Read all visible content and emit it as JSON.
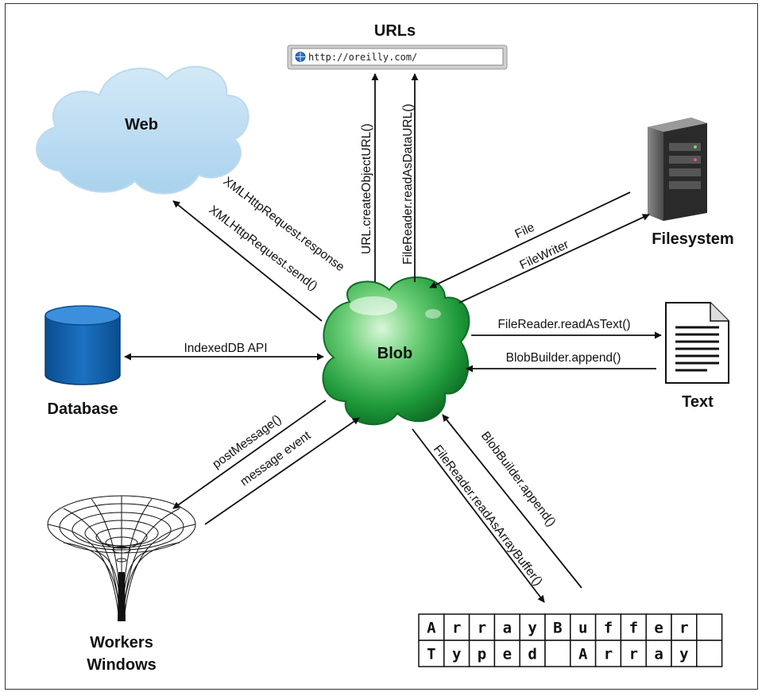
{
  "nodes": {
    "urls": "URLs",
    "url_bar": "http://oreilly.com/",
    "web": "Web",
    "blob": "Blob",
    "filesystem": "Filesystem",
    "database": "Database",
    "text": "Text",
    "workers_line1": "Workers",
    "workers_line2": "Windows"
  },
  "edges": {
    "create_object_url": "URL.createObjectURL()",
    "read_as_data_url": "FileReader.readAsDataURL()",
    "xhr_response": "XMLHttpRequest.response",
    "xhr_send": "XMLHttpRequest.send()",
    "file": "File",
    "file_writer": "FileWriter",
    "indexeddb": "IndexedDB API",
    "read_as_text": "FileReader.readAsText()",
    "blobbuilder_append_text": "BlobBuilder.append()",
    "post_message": "postMessage()",
    "message_event": "message event",
    "read_as_array_buffer": "FileReader.readAsArrayBuffer()",
    "blobbuilder_append_ab": "BlobBuilder.append()"
  },
  "table": {
    "row1": [
      "A",
      "r",
      "r",
      "a",
      "y",
      "B",
      "u",
      "f",
      "f",
      "e",
      "r",
      ""
    ],
    "row2": [
      "T",
      "y",
      "p",
      "e",
      "d",
      "",
      "A",
      "r",
      "r",
      "a",
      "y",
      ""
    ]
  }
}
